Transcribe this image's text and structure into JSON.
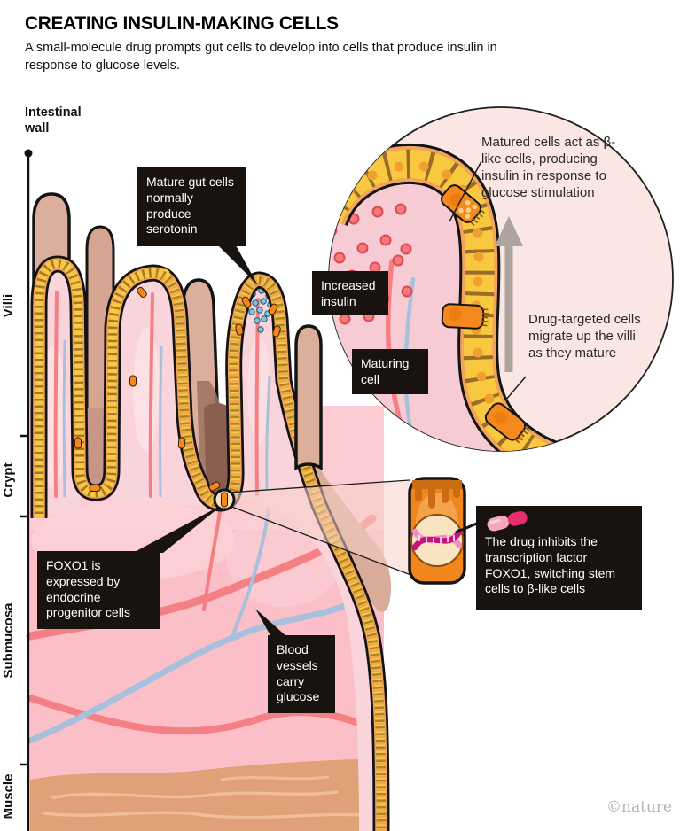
{
  "header": {
    "title": "CREATING INSULIN-MAKING CELLS",
    "subtitle": "A small-molecule drug prompts gut cells to develop into cells that produce insulin in response to glucose levels."
  },
  "axis": {
    "top_label": "Intestinal wall",
    "labels": [
      {
        "text": "Villi"
      },
      {
        "text": "Crypt"
      },
      {
        "text": "Submucosa"
      },
      {
        "text": "Muscle"
      }
    ]
  },
  "callouts": {
    "mature_gut": "Mature gut cells normally produce serotonin",
    "increased_insulin": "Increased insulin",
    "maturing_cell": "Maturing cell",
    "foxo1": "FOXO1 is expressed by endocrine progenitor cells",
    "blood_vessels": "Blood vessels carry glucose",
    "drug": "The drug inhibits the transcription factor FOXO1, switching stem cells to β-like cells"
  },
  "inset": {
    "matured_cells": "Matured cells act as β-like cells, producing insulin in response to glucose stimulation",
    "drug_targeted": "Drug-targeted cells migrate up the villi as they mature"
  },
  "credit": "©nature",
  "colors": {
    "box_bg": "#18130f",
    "inset_circle_bg": "#FAE7E4",
    "tissue_pink": "#FBC0C7",
    "villus_interior_pink": "#F9D4DB",
    "cell_yellow": "#F8C842",
    "cell_band_orange": "#F0A556",
    "highlight_cell_orange": "#F6871B",
    "tan_villus": "#DCAF9D",
    "vessel_red": "#F58084",
    "vessel_blue": "#A8C0DC",
    "muscle": "#E0A078",
    "insulin_dot": "#F8797B",
    "serotonin_dot": "#7FC4DC",
    "arrow_gray": "#ACA49D",
    "pill_dark": "#E72D6B",
    "pill_light": "#F5A8BC"
  }
}
